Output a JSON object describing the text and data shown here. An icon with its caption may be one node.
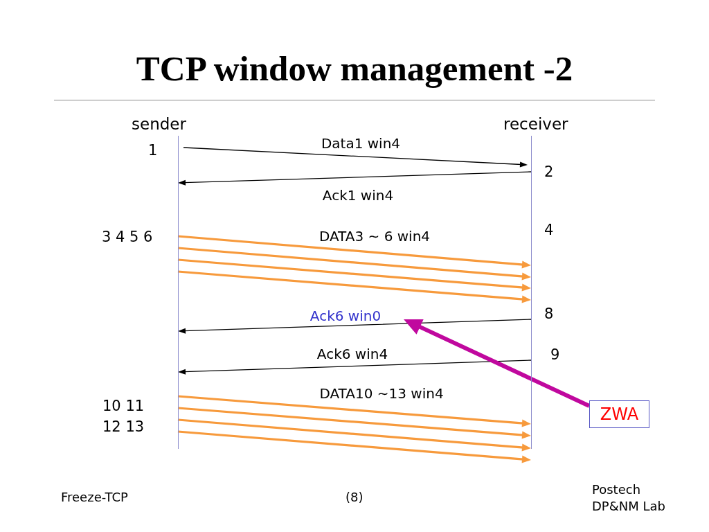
{
  "diagram": {
    "title": "TCP window management -2",
    "nodes": [
      {
        "text": [
          "sender"
        ]
      },
      {
        "text": [
          "receiver"
        ]
      },
      {
        "text": [
          "ZWA"
        ]
      }
    ],
    "edges": [
      {
        "from": 0,
        "to": 1,
        "arrow": "to",
        "label": "Data1 win4",
        "color": "#000000"
      },
      {
        "from": 1,
        "to": 0,
        "arrow": "to",
        "label": "Ack1 win4",
        "color": "#000000"
      },
      {
        "from": 0,
        "to": 1,
        "arrow": "to",
        "label": "DATA3 ∼ 6 win4"
      },
      {
        "from": 0,
        "to": 1,
        "arrow": "to"
      },
      {
        "from": 0,
        "to": 1,
        "arrow": "to"
      },
      {
        "from": 0,
        "to": 1,
        "arrow": "to"
      },
      {
        "from": 1,
        "to": 0,
        "arrow": "to",
        "label": "Ack6 win0",
        "color": "#000000"
      },
      {
        "from": 1,
        "to": 0,
        "arrow": "to",
        "label": "Ack6 win4",
        "color": "#000000"
      },
      {
        "from": 0,
        "to": 1,
        "arrow": "to",
        "label": "DATA10 ∼13 win4"
      },
      {
        "from": 0,
        "to": 1,
        "arrow": "to"
      },
      {
        "from": 0,
        "to": 1,
        "arrow": "to"
      },
      {
        "from": 0,
        "to": 1,
        "arrow": "to"
      },
      {
        "from": 2,
        "to": null,
        "arrow": "to",
        "style": "thick",
        "color": "#c0089e"
      }
    ],
    "labels": [
      "1",
      "2",
      "3 4 5 6",
      "4",
      "8",
      "9",
      "10 11 12 13",
      "Freeze-TCP",
      "(8)",
      "Postech DP&NM Lab"
    ]
  }
}
